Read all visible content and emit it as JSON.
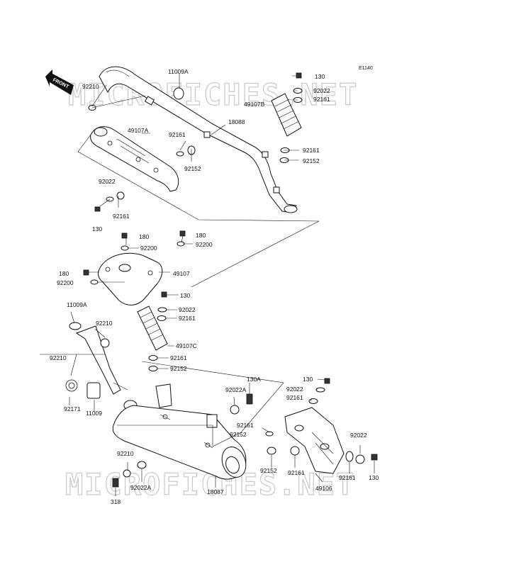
{
  "diagram": {
    "code": "E1140",
    "front_label": "FRONT",
    "watermark": "MICROFICHES.NET",
    "colors": {
      "line": "#111111",
      "watermark": "#c8c8c8",
      "background": "#ffffff"
    },
    "labels": {
      "l_11009a_top": "11009A",
      "l_130_top": "130",
      "l_92210_top": "92210",
      "l_92022_top": "92022",
      "l_92161_top": "92161",
      "l_49107b": "49107B",
      "l_18088": "18088",
      "l_49107a": "49107A",
      "l_92161_a": "92161",
      "l_92152_a": "92152",
      "l_92161_b": "92161",
      "l_92152_b": "92152",
      "l_92022_left": "92022",
      "l_92161_left": "92161",
      "l_130_left": "130",
      "l_180_a": "180",
      "l_92200_a": "92200",
      "l_180_b": "180",
      "l_92200_b": "92200",
      "l_180_c": "180",
      "l_92200_c": "92200",
      "l_49107": "49107",
      "l_130_mid": "130",
      "l_92022_mid": "92022",
      "l_92161_mid": "92161",
      "l_11009a_mid": "11009A",
      "l_92210_mid": "92210",
      "l_49107c": "49107C",
      "l_92210_left": "92210",
      "l_92161_mid2": "92161",
      "l_92152_mid": "92152",
      "l_92171": "92171",
      "l_11009": "11009",
      "l_92022a_mid": "92022A",
      "l_130a": "130A",
      "l_130_right": "130",
      "l_92022_right": "92022",
      "l_92161_right": "92161",
      "l_92161_low": "92161",
      "l_92152_low": "92152",
      "l_92022_far": "92022",
      "l_92210_bottom": "92210",
      "l_92022a_bottom": "92022A",
      "l_318": "318",
      "l_18087": "18087",
      "l_92152_bottom": "92152",
      "l_92161_bottom": "92161",
      "l_49106": "49106",
      "l_92161_far": "92161",
      "l_130_far": "130"
    }
  }
}
